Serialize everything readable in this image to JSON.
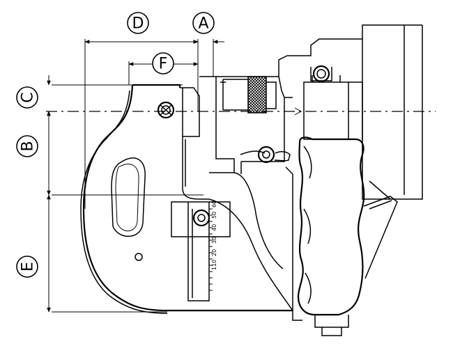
{
  "callouts": {
    "a": "A",
    "b": "B",
    "c": "C",
    "d": "D",
    "e": "E",
    "f": "F"
  },
  "scale_labels": [
    "110",
    "20",
    "30",
    "40",
    "50",
    "60"
  ]
}
